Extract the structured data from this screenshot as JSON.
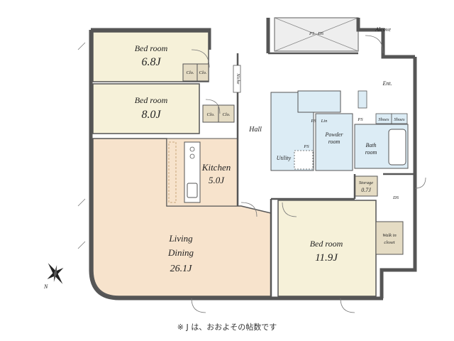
{
  "colors": {
    "bedroom_fill": "#f6f1d9",
    "living_fill": "#f7e3cc",
    "wet_fill": "#dcecf5",
    "storage_fill": "#e5dcc4",
    "wall": "#555555",
    "balcony": "#d9d9d9"
  },
  "rooms": {
    "bed1": {
      "name": "Bed room",
      "size": "6.8J"
    },
    "bed2": {
      "name": "Bed room",
      "size": "8.0J"
    },
    "kitchen": {
      "name": "Kitchen",
      "size": "5.0J"
    },
    "living": {
      "line1": "Living",
      "line2": "Dining",
      "size": "26.1J"
    },
    "bed3": {
      "name": "Bed room",
      "size": "11.9J"
    },
    "hall": {
      "name": "Hall"
    },
    "powder": {
      "line1": "Powder",
      "line2": "room"
    },
    "bath": {
      "line1": "Bath",
      "line2": "room"
    },
    "utility": {
      "name": "Utility"
    },
    "storage": {
      "name": "Storage",
      "size": "0.7J"
    },
    "walkin": {
      "line1": "Walk in",
      "line2": "closet"
    },
    "alcove": {
      "name": "Alcove"
    },
    "ent": {
      "name": "Ent."
    }
  },
  "small_labels": {
    "clo": "Clo.",
    "niche": "Niche",
    "ps": "PS",
    "ds": "DS",
    "shoes": "Shoes",
    "lin": "Lin",
    "ps_ds": "PS · DS"
  },
  "compass": {
    "north": "N"
  },
  "footnote": "※ J は、おおよその帖数です"
}
